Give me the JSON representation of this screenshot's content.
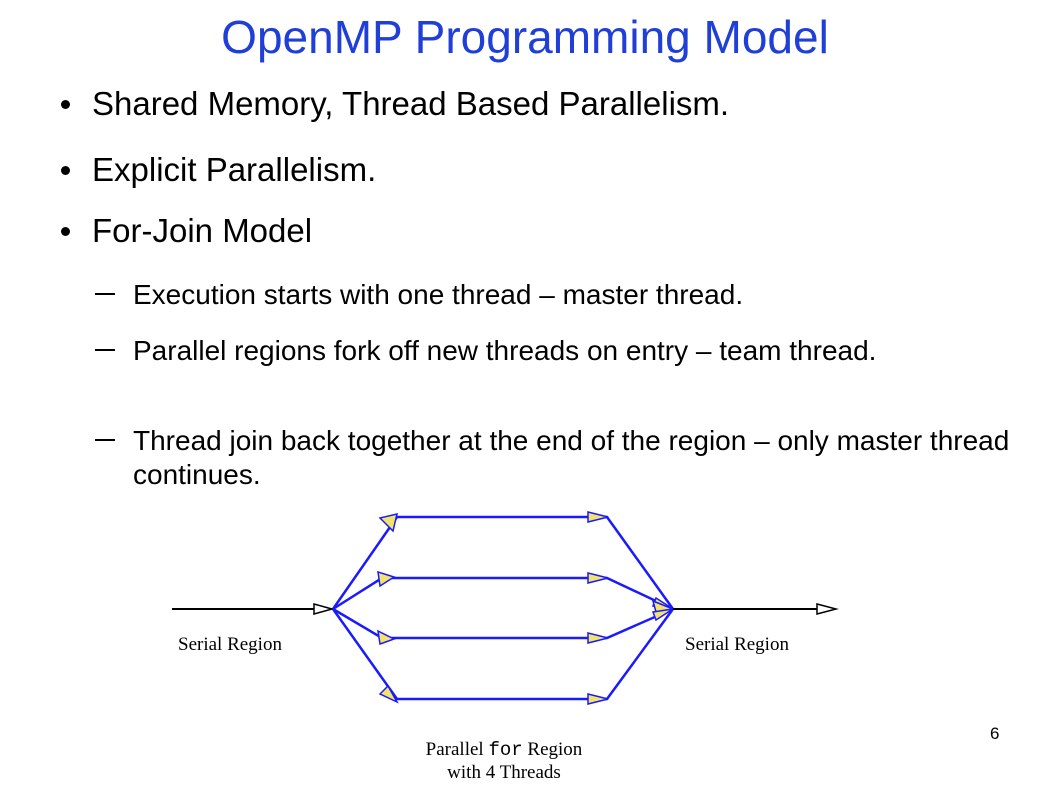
{
  "slide": {
    "title": "OpenMP Programming Model",
    "bullets": [
      "Shared Memory, Thread Based Parallelism.",
      "Explicit Parallelism.",
      "For-Join Model"
    ],
    "subbullets": [
      "Execution starts with one thread – master thread.",
      "Parallel regions fork off new threads on entry – team thread.",
      "Thread join back together at the end of the region – only master thread continues."
    ],
    "page_number": "6"
  },
  "diagram": {
    "left_label": "Serial Region",
    "right_label": "Serial Region",
    "parallel_label_prefix": "Parallel ",
    "parallel_label_code": "for",
    "parallel_label_suffix": " Region",
    "threads_label": "with 4 Threads",
    "thread_color": "#1a1aff",
    "arrowhead_color": "#f2e36b",
    "serial_color": "#000000"
  }
}
